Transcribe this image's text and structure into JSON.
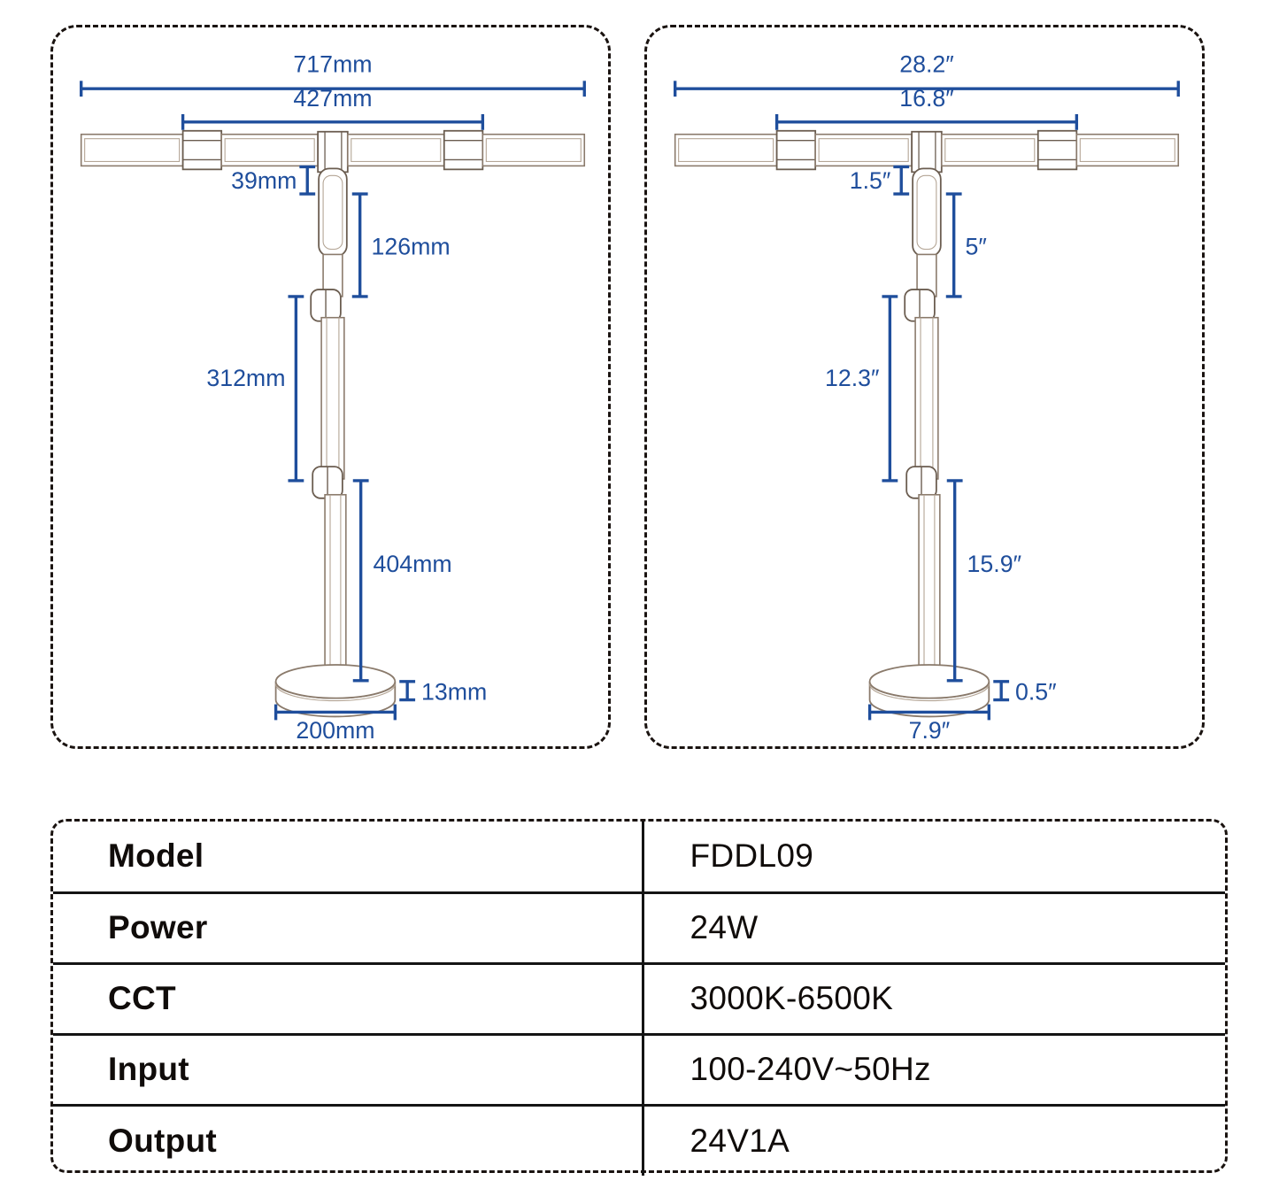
{
  "colors": {
    "dimension_blue": "#1f4e9c",
    "outline_brown": "#8a7a6b",
    "outline_dark": "#6b5d50",
    "border_dash": "#1a1310",
    "table_rule": "#141414",
    "text_black": "#100c0a"
  },
  "panels": {
    "metric": {
      "name": "metric-dimension-panel",
      "unit": "mm",
      "dimensions": {
        "overall_width": "717mm",
        "inner_width": "427mm",
        "head_drop": "39mm",
        "upper_arm": "126mm",
        "mid_arm": "312mm",
        "lower_arm": "404mm",
        "base_thickness": "13mm",
        "base_diameter": "200mm"
      }
    },
    "imperial": {
      "name": "imperial-dimension-panel",
      "unit": "inch",
      "dimensions": {
        "overall_width": "28.2″",
        "inner_width": "16.8″",
        "head_drop": "1.5″",
        "upper_arm": "5″",
        "mid_arm": "12.3″",
        "lower_arm": "15.9″",
        "base_thickness": "0.5″",
        "base_diameter": "7.9″"
      }
    }
  },
  "spec_table": {
    "rows": [
      {
        "key": "Model",
        "value": "FDDL09"
      },
      {
        "key": "Power",
        "value": "24W"
      },
      {
        "key": "CCT",
        "value": "3000K-6500K"
      },
      {
        "key": "Input",
        "value": "100-240V~50Hz"
      },
      {
        "key": "Output",
        "value": "24V1A"
      }
    ]
  }
}
